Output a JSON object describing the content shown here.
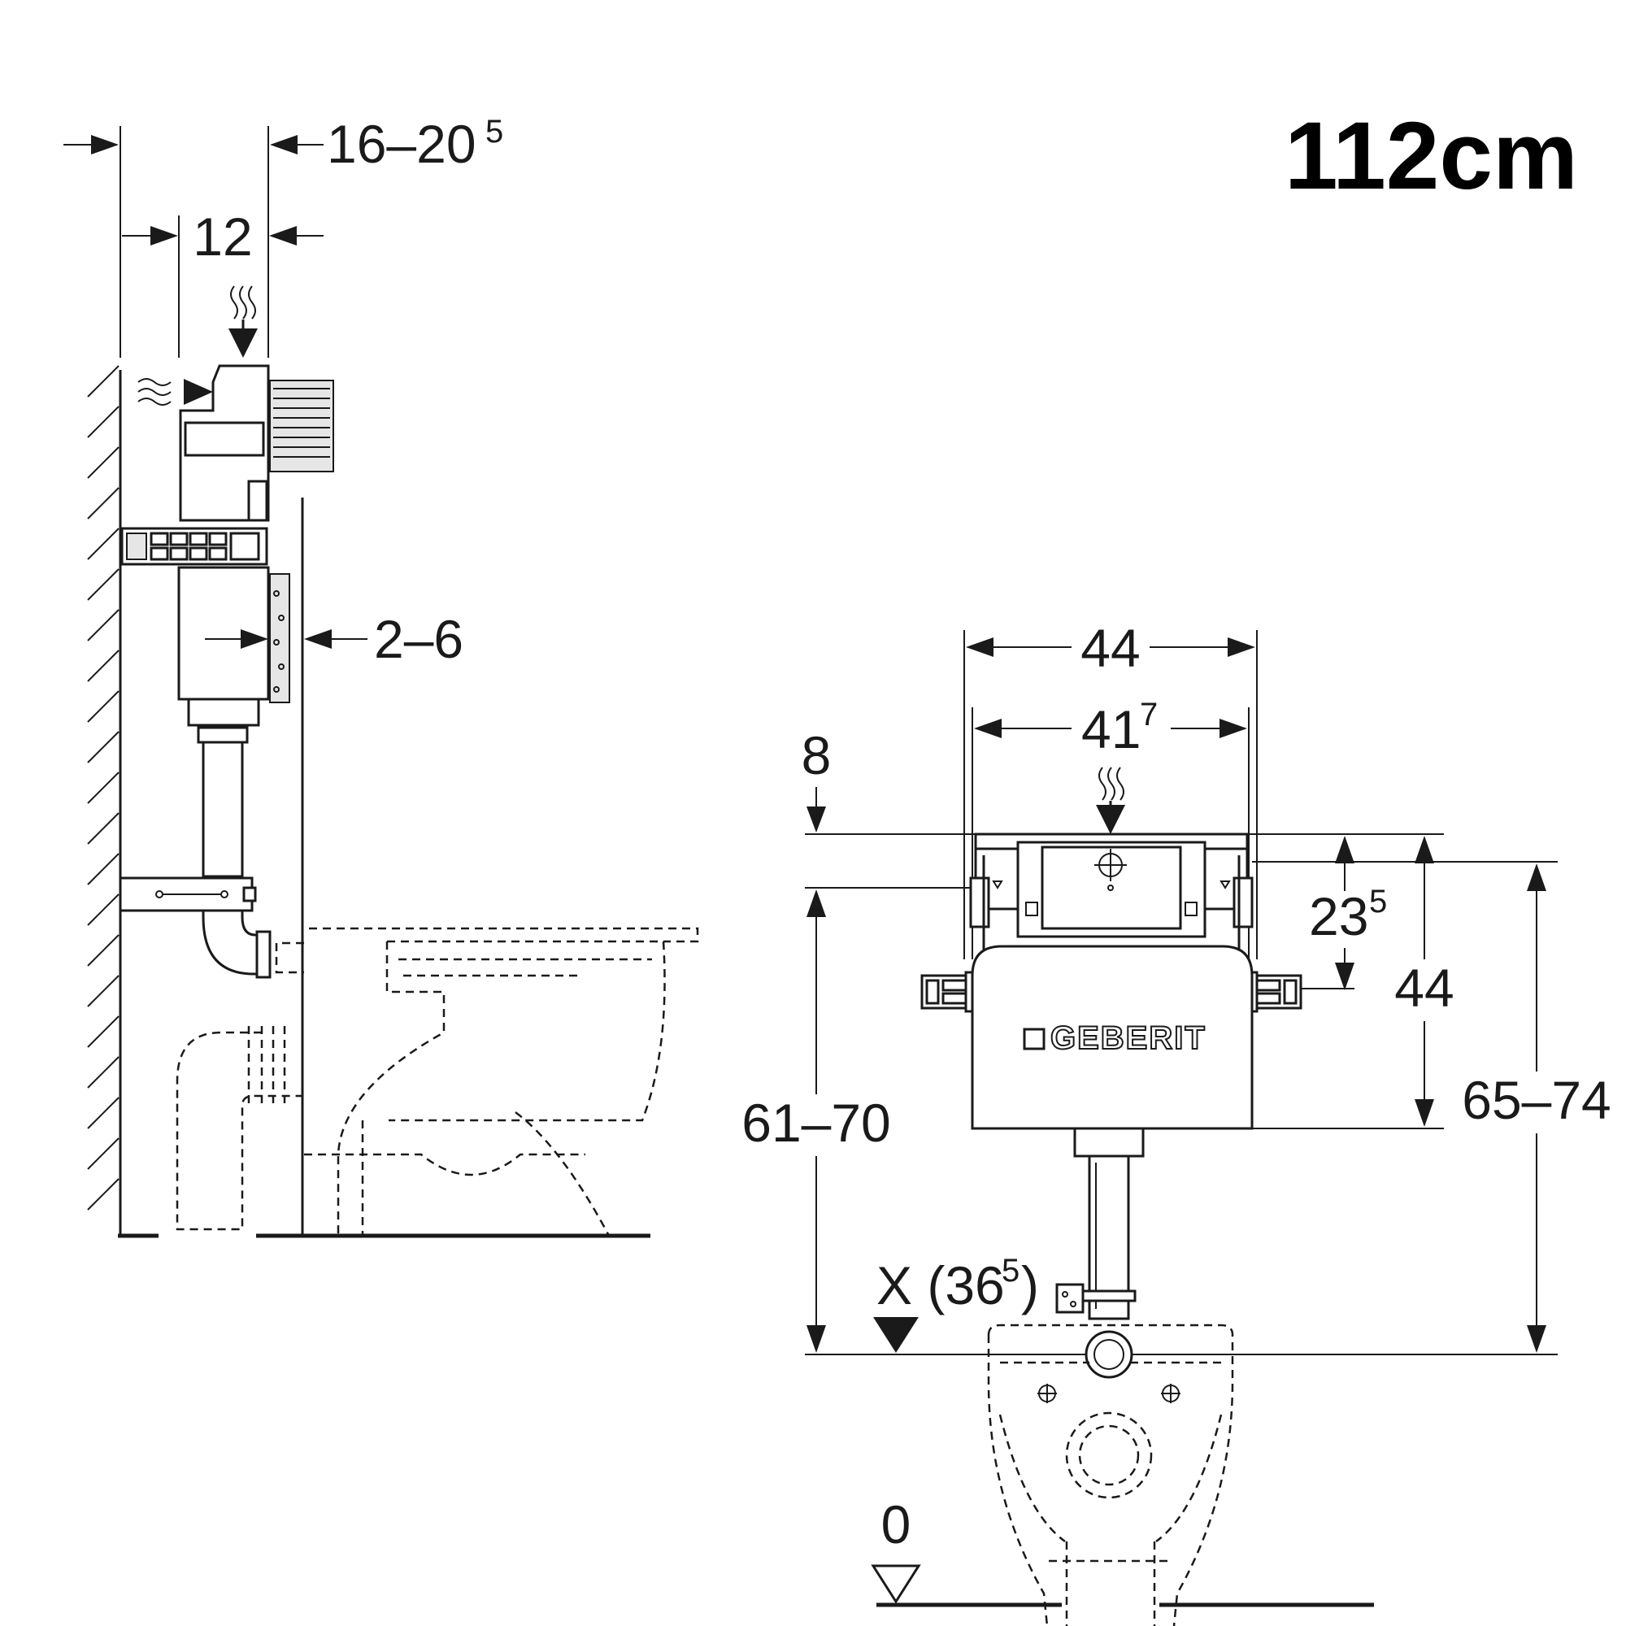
{
  "header": {
    "title": "112cm"
  },
  "side_view": {
    "dim_top_main": "16–20",
    "dim_top_sup": "5",
    "dim_depth": "12",
    "dim_wall": "2–6"
  },
  "front_view": {
    "width_outer": "44",
    "width_inner_main": "41",
    "width_inner_sup": "7",
    "offset_top": "8",
    "height_small_main": "23",
    "height_small_sup": "5",
    "height_cistern": "44",
    "height_left": "61–70",
    "height_right": "65–74",
    "x_main": "X (36",
    "x_sup": "5",
    "x_close": ")",
    "floor": "0",
    "brand": "GEBERIT"
  }
}
